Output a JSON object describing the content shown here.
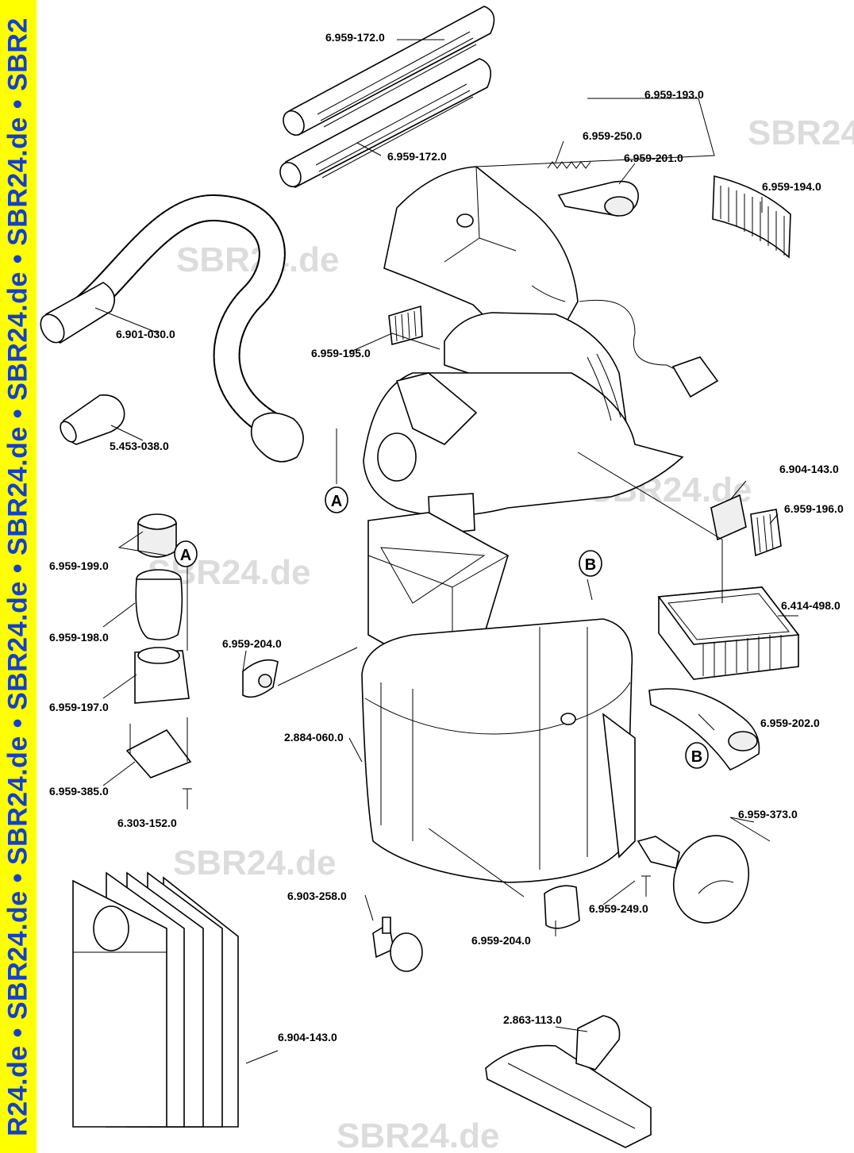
{
  "banner": {
    "text": "R24.de • SBR24.de • SBR24.de • SBR24.de • SBR24.de • SBR24.de • SBR24.de • SBR2",
    "color": "#ffff00",
    "text_color": "#1540c8"
  },
  "watermarks": [
    "SBR24",
    "SBR24.de",
    "SBR24.de",
    "SBR24.de",
    "SBR24.de",
    "SBR24.de"
  ],
  "callouts": [
    "A",
    "A",
    "B",
    "B"
  ],
  "parts": {
    "tube_top": "6.959-172.0",
    "tube_bottom": "6.959-172.0",
    "cover_hood": "6.959-193.0",
    "spring": "6.959-250.0",
    "latch": "6.959-201.0",
    "grille_right": "6.959-194.0",
    "hose": "6.901-030.0",
    "filter_small": "6.959-195.0",
    "adapter": "5.453-038.0",
    "filter_sheet": "6.904-143.0",
    "grille_small": "6.959-196.0",
    "cap": "6.959-199.0",
    "cartridge_filter": "6.414-498.0",
    "float_cage": "6.959-198.0",
    "knob_left": "6.959-204.0",
    "float_housing": "6.959-197.0",
    "container": "2.884-060.0",
    "handle_bracket": "6.959-202.0",
    "base_plate": "6.959-385.0",
    "screw_small": "6.303-152.0",
    "wheel_cover": "6.959-373.0",
    "caster": "6.903-258.0",
    "screw_wheel": "6.959-249.0",
    "knob_bottom": "6.959-204.0",
    "floor_nozzle": "2.863-113.0",
    "filter_bags": "6.904-143.0"
  }
}
